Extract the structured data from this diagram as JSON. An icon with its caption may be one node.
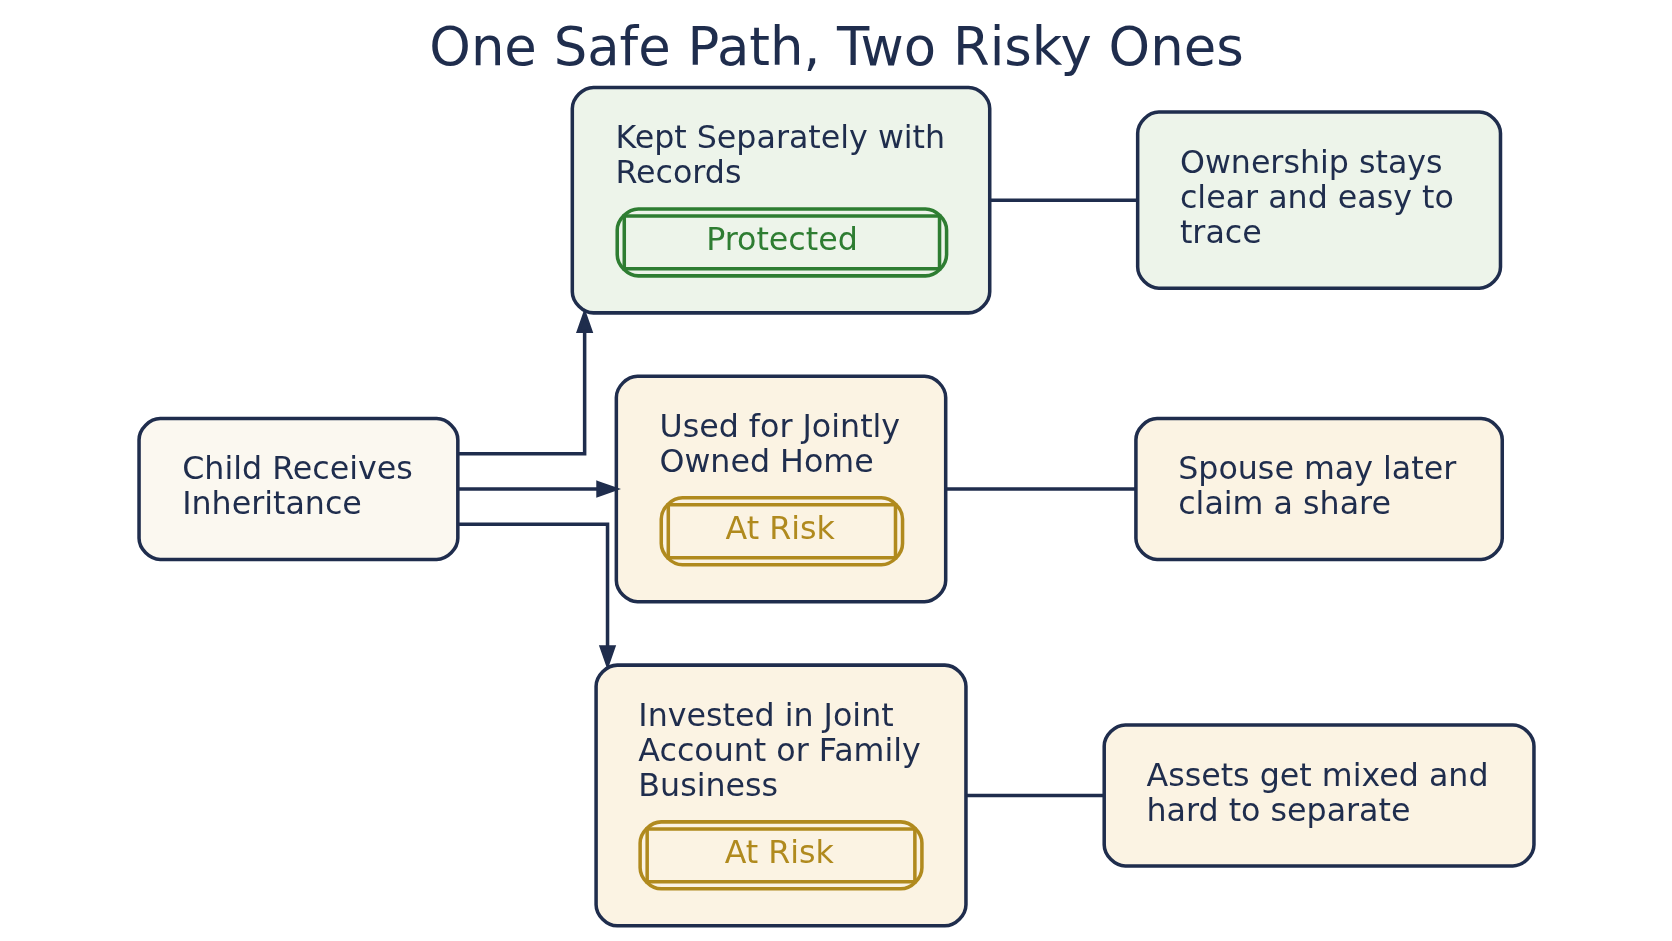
{
  "diagram": {
    "title": "One Safe Path, Two Risky Ones",
    "nodes": [
      {
        "text": [
          "Child Receives Inheritance"
        ]
      },
      {
        "text": [
          "Kept Separately with Records",
          "Protected"
        ]
      },
      {
        "text": [
          "Used for Jointly Owned Home",
          "At Risk"
        ]
      },
      {
        "text": [
          "Invested in Joint Account or Family Business",
          "At Risk"
        ]
      },
      {
        "text": [
          "Ownership stays clear and easy to trace"
        ]
      },
      {
        "text": [
          "Spouse may later claim a share"
        ]
      },
      {
        "text": [
          "Assets get mixed and hard to separate"
        ]
      }
    ],
    "edges": [
      {
        "from": 0,
        "to": 1,
        "arrow": "to"
      },
      {
        "from": 0,
        "to": 2,
        "arrow": "to"
      },
      {
        "from": 0,
        "to": 3,
        "arrow": "to"
      },
      {
        "from": 1,
        "to": 4,
        "arrow": "none"
      },
      {
        "from": 2,
        "to": 5,
        "arrow": "none"
      },
      {
        "from": 3,
        "to": 6,
        "arrow": "none"
      }
    ]
  }
}
